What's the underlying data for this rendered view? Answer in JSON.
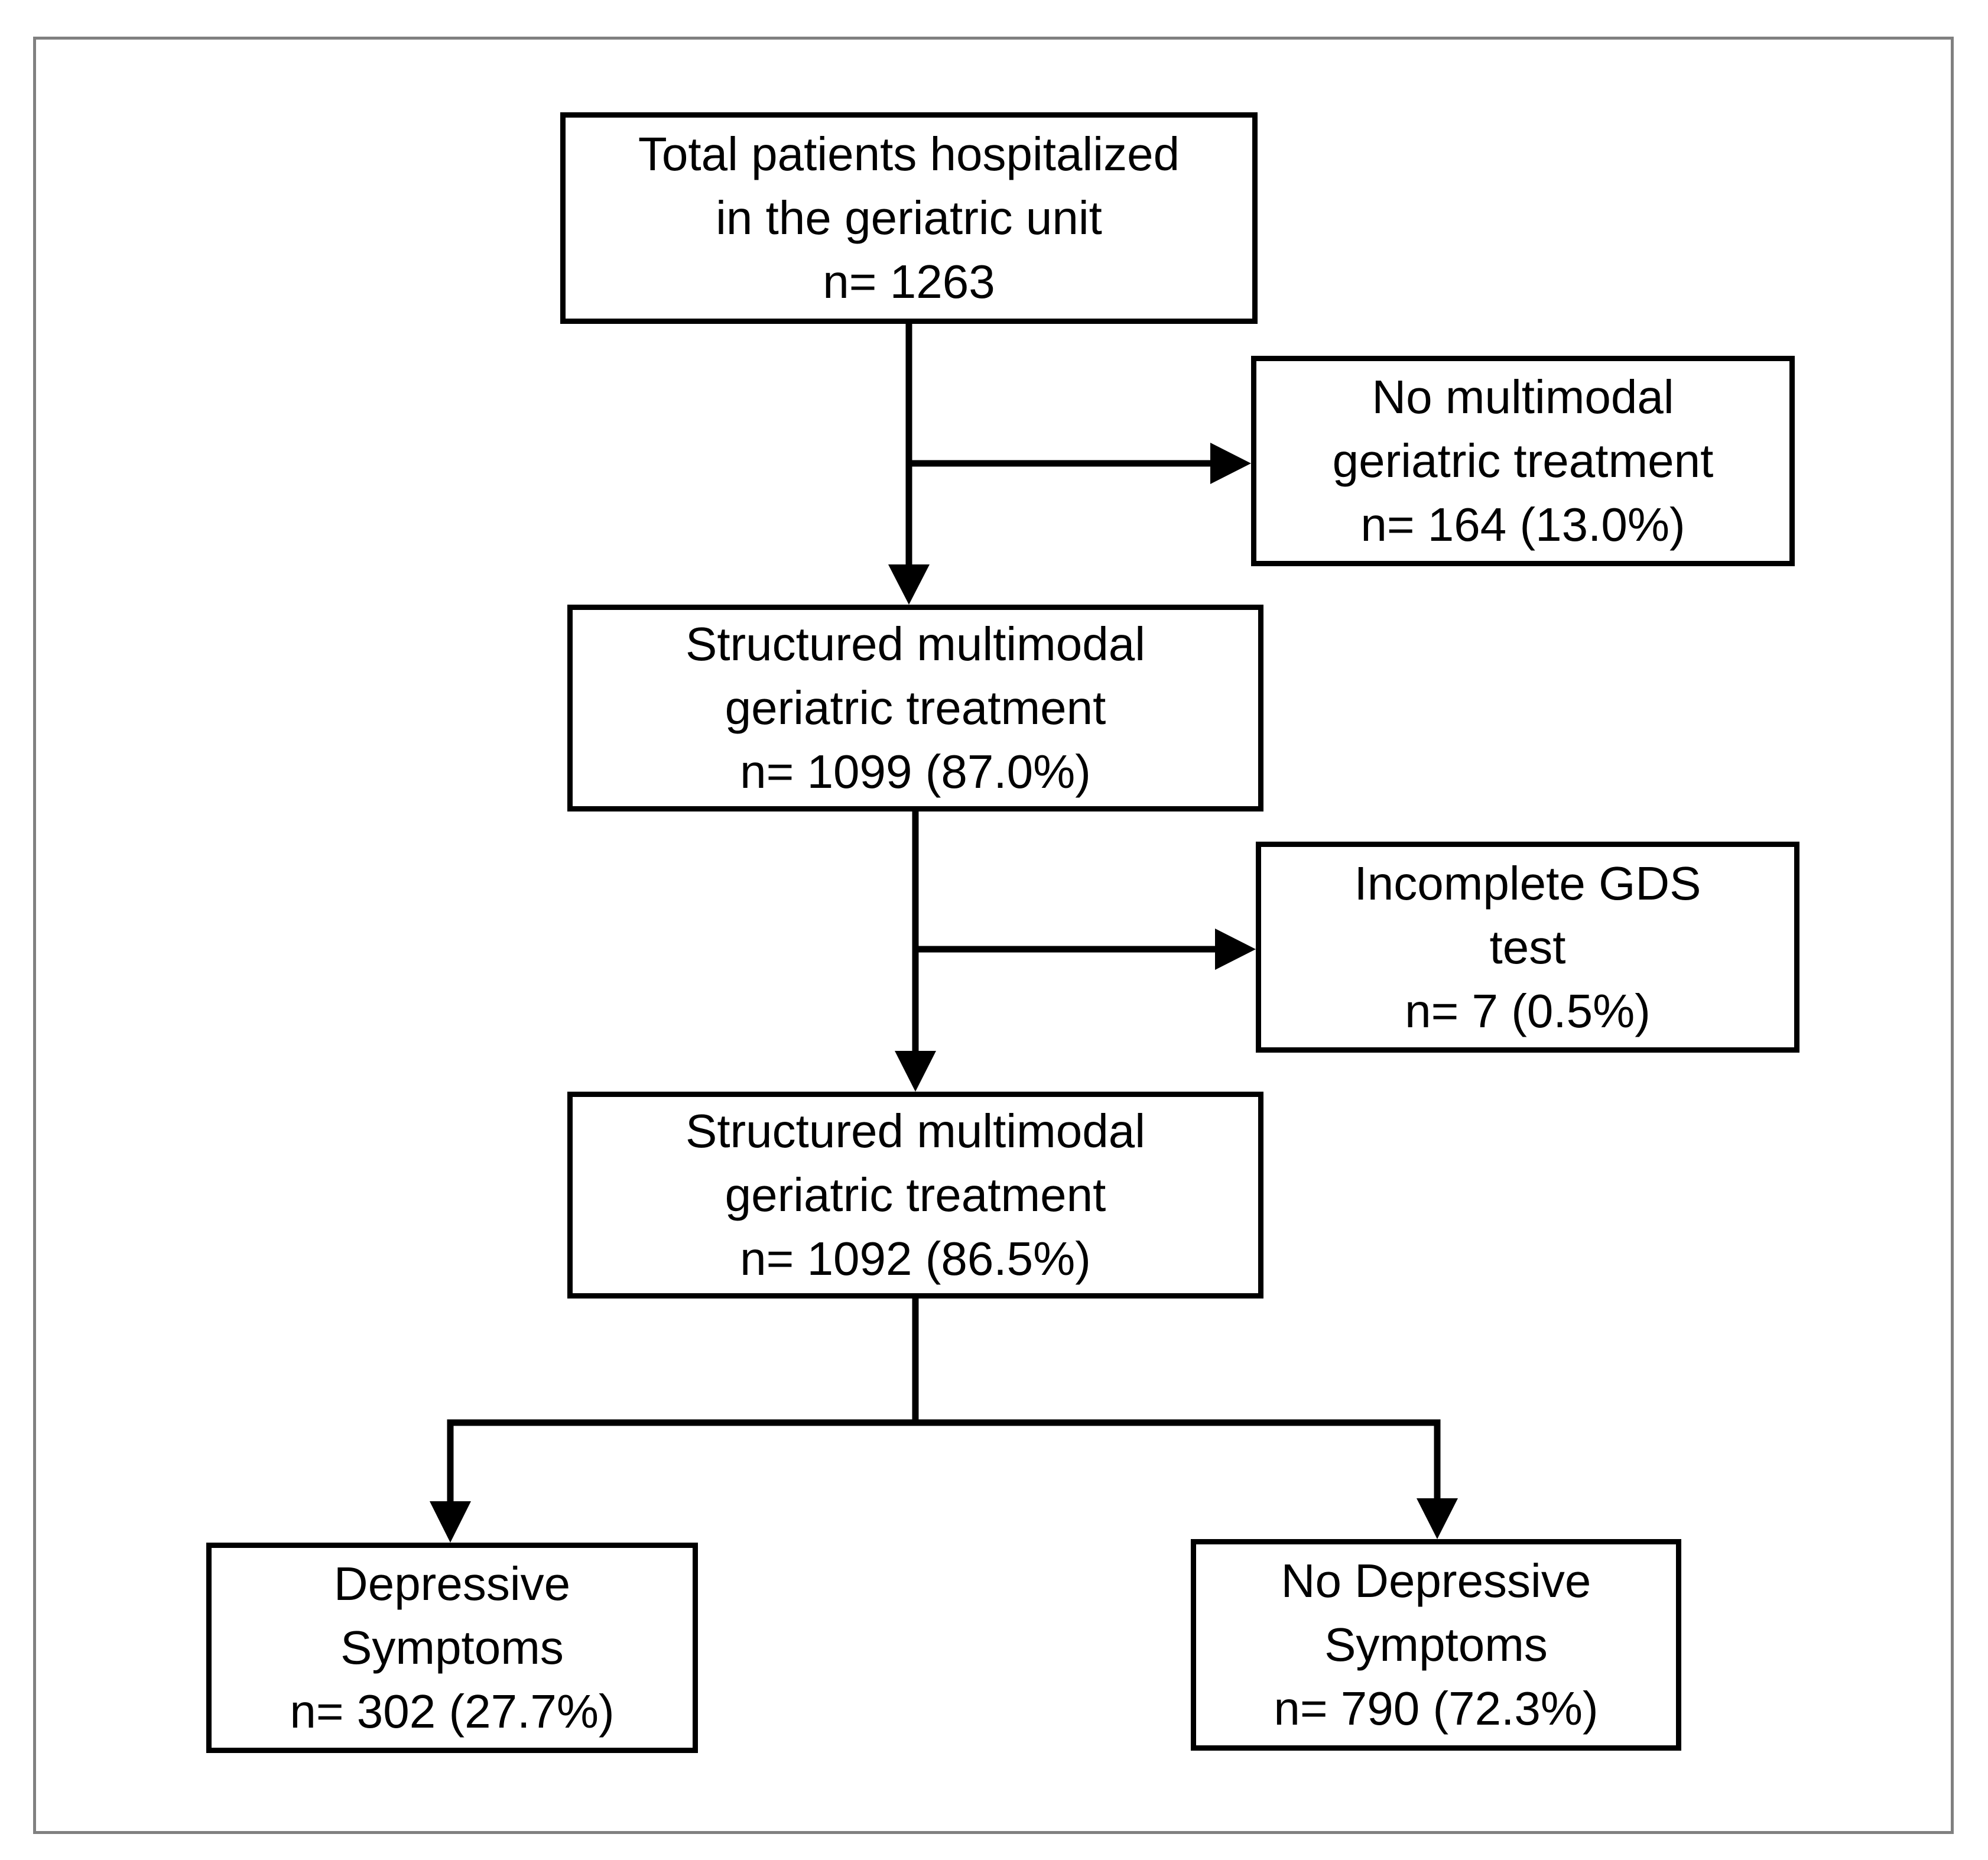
{
  "colors": {
    "line": "#000000",
    "frame": "#808080",
    "background": "#ffffff"
  },
  "nodes": {
    "total": {
      "line1": "Total patients hospitalized",
      "line2": "in the geriatric unit",
      "line3": "n= 1263"
    },
    "no_multimodal": {
      "line1": "No multimodal",
      "line2": "geriatric treatment",
      "line3": "n= 164 (13.0%)"
    },
    "structured_1": {
      "line1": "Structured multimodal",
      "line2": "geriatric treatment",
      "line3": "n= 1099 (87.0%)"
    },
    "incomplete_gds": {
      "line1": "Incomplete GDS",
      "line2": "test",
      "line3": "n= 7 (0.5%)"
    },
    "structured_2": {
      "line1": "Structured multimodal",
      "line2": "geriatric treatment",
      "line3": "n= 1092 (86.5%)"
    },
    "depressive": {
      "line1": "Depressive",
      "line2": "Symptoms",
      "line3": "n= 302 (27.7%)"
    },
    "no_depressive": {
      "line1": "No Depressive",
      "line2": "Symptoms",
      "line3": "n= 790 (72.3%)"
    }
  },
  "edges": [
    {
      "from": "total",
      "to": "structured_1"
    },
    {
      "from": "total",
      "to": "no_multimodal"
    },
    {
      "from": "structured_1",
      "to": "structured_2"
    },
    {
      "from": "structured_1",
      "to": "incomplete_gds"
    },
    {
      "from": "structured_2",
      "to": "depressive"
    },
    {
      "from": "structured_2",
      "to": "no_depressive"
    }
  ]
}
